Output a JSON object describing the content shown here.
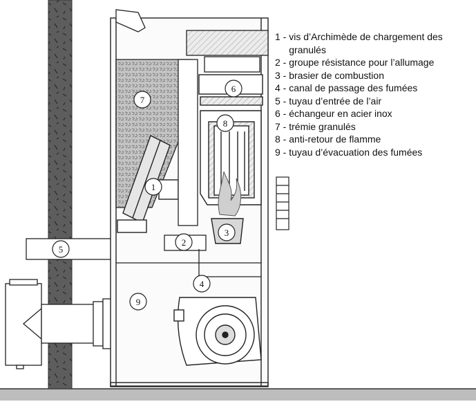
{
  "legend": {
    "items": [
      {
        "number": "1",
        "text": "vis d’Archimède de chargement des granulés"
      },
      {
        "number": "2",
        "text": "groupe résistance pour l’allumage"
      },
      {
        "number": "3",
        "text": "brasier de combustion"
      },
      {
        "number": "4",
        "text": "canal de passage des fumées"
      },
      {
        "number": "5",
        "text": "tuyau d’entrée de l’air"
      },
      {
        "number": "6",
        "text": "échangeur en acier inox"
      },
      {
        "number": "7",
        "text": "trémie granulés"
      },
      {
        "number": "8",
        "text": "anti-retour de flamme"
      },
      {
        "number": "9",
        "text": "tuyau d’évacuation des fumées"
      }
    ]
  },
  "callouts": [
    "1",
    "2",
    "3",
    "4",
    "5",
    "6",
    "7",
    "8",
    "9"
  ],
  "colors": {
    "line": "#222222",
    "wall": "#5a5a5a",
    "floor": "#bfbfbf",
    "pellets": "#b8b8b8"
  }
}
